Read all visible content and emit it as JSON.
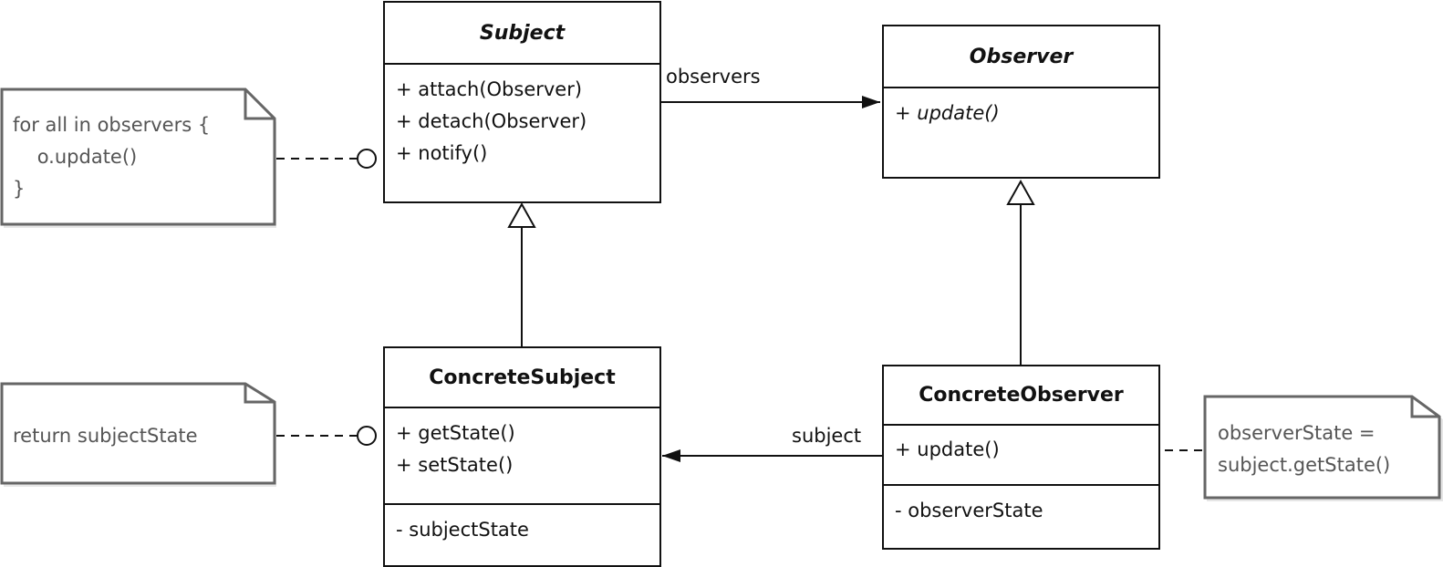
{
  "classes": {
    "subject": {
      "name": "Subject",
      "methods": [
        "+ attach(Observer)",
        "+ detach(Observer)",
        "+ notify()"
      ]
    },
    "observer": {
      "name": "Observer",
      "methods_prefix": "+ ",
      "method_update": "update()"
    },
    "concrete_subject": {
      "name": "ConcreteSubject",
      "methods": [
        "+ getState()",
        "+ setState()"
      ],
      "attributes": [
        "- subjectState"
      ]
    },
    "concrete_observer": {
      "name": "ConcreteObserver",
      "methods": [
        "+ update()"
      ],
      "attributes": [
        "- observerState"
      ]
    }
  },
  "notes": {
    "notify_note": [
      "for all in observers {",
      "    o.update()",
      "}"
    ],
    "getstate_note": [
      "return subjectState"
    ],
    "update_note": [
      "observerState =",
      "subject.getState()"
    ]
  },
  "edges": {
    "observers_label": "observers",
    "subject_label": "subject"
  }
}
